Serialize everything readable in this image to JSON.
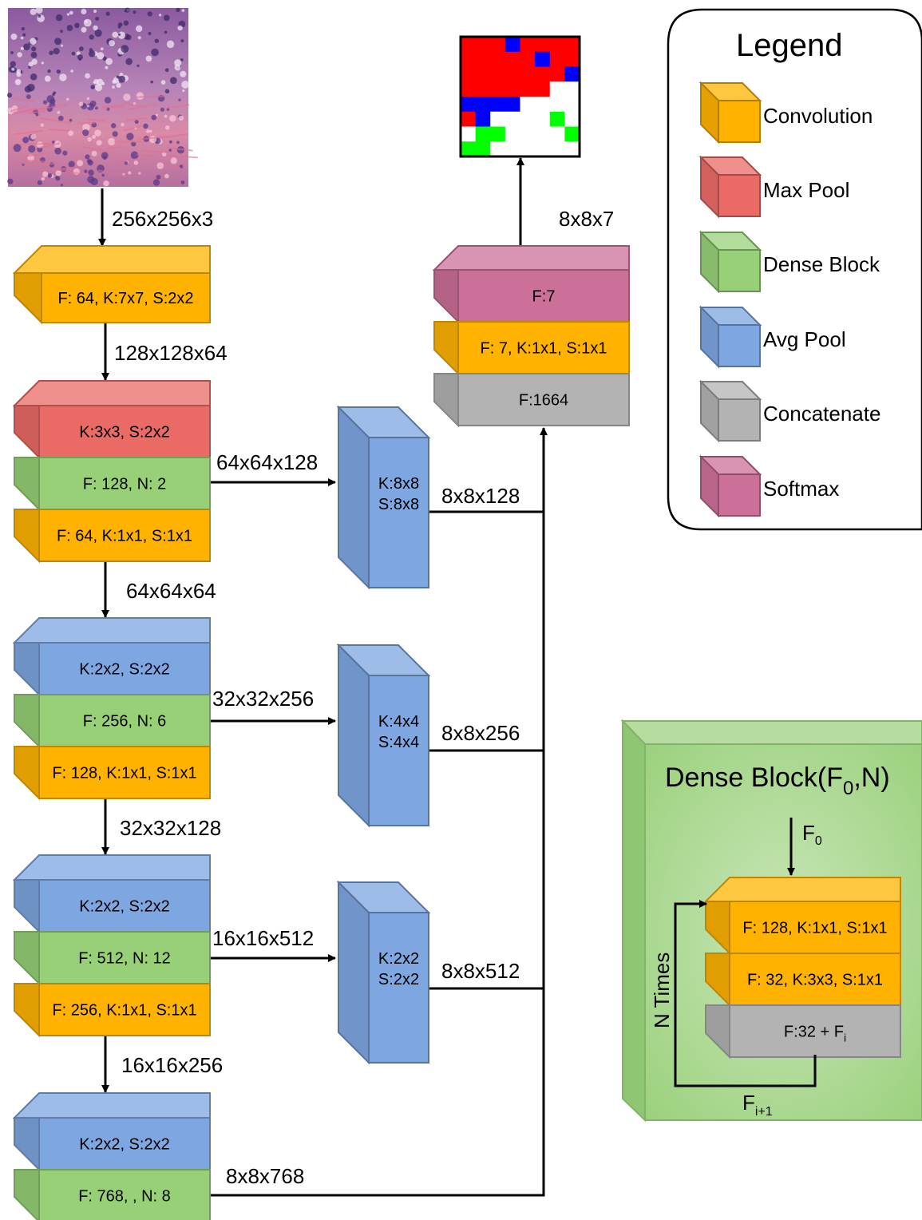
{
  "colors": {
    "convolution": "#ffb300",
    "max_pool": "#ea6b66",
    "dense_block": "#97d077",
    "avg_pool": "#7ea6e0",
    "concatenate": "#b3b3b3",
    "softmax": "#cd7099"
  },
  "edges": {
    "input": "256x256x3",
    "conv1_out": "128x128x64",
    "block2_out": "64x64x64",
    "block3_out": "32x32x128",
    "block4_out": "16x16x256",
    "branch1_in": "64x64x128",
    "branch1_out": "8x8x128",
    "branch2_in": "32x32x256",
    "branch2_out": "8x8x256",
    "branch3_in": "16x16x512",
    "branch3_out": "8x8x512",
    "block5_out": "8x8x768",
    "output": "8x8x7"
  },
  "blocks": {
    "conv1": "F: 64, K:7x7, S:2x2",
    "b2_maxpool": "K:3x3, S:2x2",
    "b2_dense": "F: 128, N: 2",
    "b2_conv": "F: 64, K:1x1, S:1x1",
    "b3_avgpool": "K:2x2, S:2x2",
    "b3_dense": "F: 256, N: 6",
    "b3_conv": "F: 128, K:1x1, S:1x1",
    "b4_avgpool": "K:2x2, S:2x2",
    "b4_dense": "F: 512, N: 12",
    "b4_conv": "F: 256, K:1x1, S:1x1",
    "b5_avgpool": "K:2x2, S:2x2",
    "b5_dense": "F: 768, , N: 8",
    "br1_k": "K:8x8",
    "br1_s": "S:8x8",
    "br2_k": "K:4x4",
    "br2_s": "S:4x4",
    "br3_k": "K:2x2",
    "br3_s": "S:2x2",
    "head_softmax": "F:7",
    "head_conv": "F: 7, K:1x1, S:1x1",
    "head_concat": "F:1664"
  },
  "legend": {
    "title": "Legend",
    "convolution": "Convolution",
    "max_pool": "Max Pool",
    "dense_block": "Dense Block",
    "avg_pool": "Avg Pool",
    "concatenate": "Concatenate",
    "softmax": "Softmax"
  },
  "dense_detail": {
    "title_main": "Dense Block(F",
    "title_sub": "0",
    "title_end": ",N)",
    "input_main": "F",
    "input_sub": "0",
    "conv_a": "F: 128, K:1x1, S:1x1",
    "conv_b": "F: 32, K:3x3, S:1x1",
    "concat_main": "F:32 + F",
    "concat_sub": "i",
    "loop_label": "N Times",
    "feedback_main": "F",
    "feedback_sub": "i+1"
  },
  "output_map": {
    "rows": [
      "RRRBRRRR",
      "RRRRRBRR",
      "RRRRRRRB",
      "RRRRRRWW",
      "BBBBWWWW",
      "RBWWWWGW",
      "WGGWWWWG",
      "GGWWWWWW"
    ]
  }
}
